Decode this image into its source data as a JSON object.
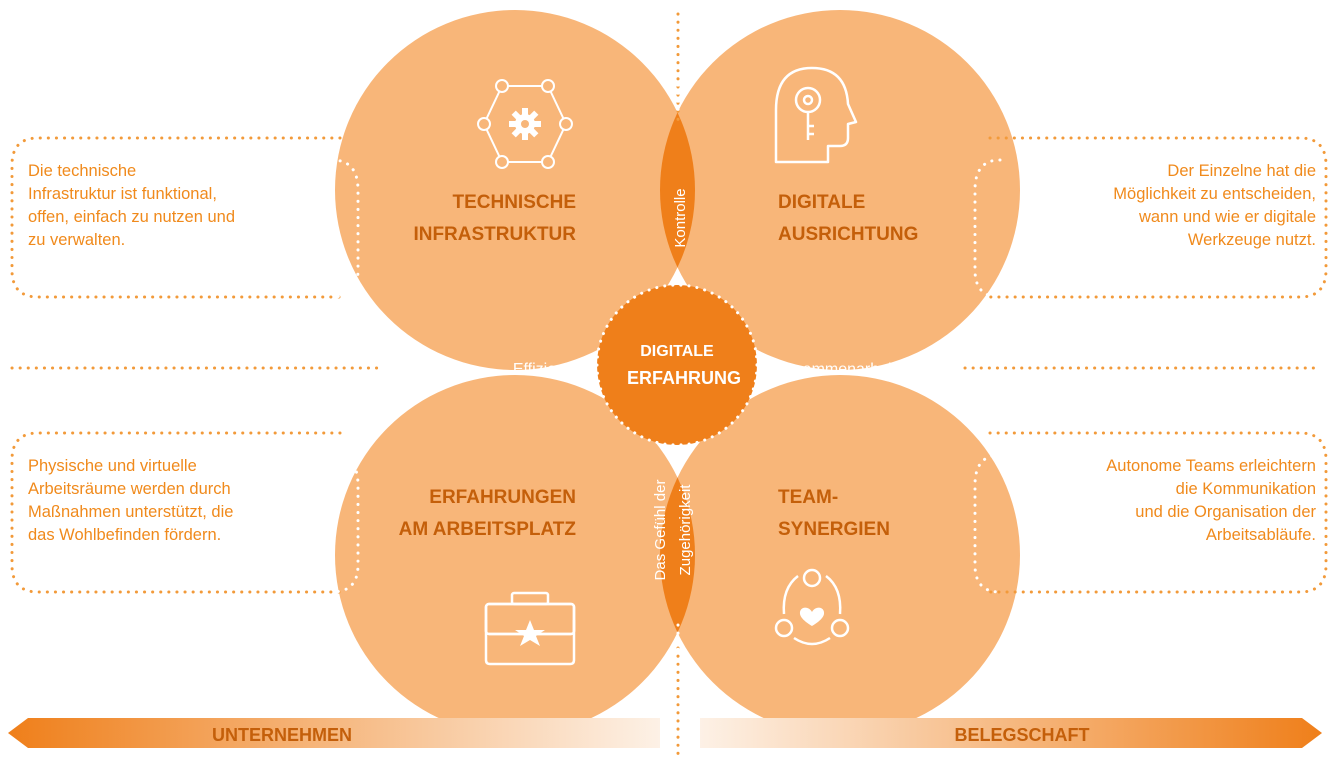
{
  "colors": {
    "light": "#f8b679",
    "dark": "#ef7f1a",
    "text_dark": "#c45f0a",
    "line": "#f29a3a",
    "text_orange": "#f08a1c",
    "white": "#ffffff"
  },
  "center": {
    "line1": "DIGITALE",
    "line2": "ERFAHRUNG"
  },
  "quadrants": {
    "top_left": {
      "line1": "TECHNISCHE",
      "line2": "INFRASTRUKTUR",
      "icon": "gear-network-icon"
    },
    "top_right": {
      "line1": "DIGITALE",
      "line2": "AUSRICHTUNG",
      "icon": "head-key-icon"
    },
    "bottom_left": {
      "line1": "ERFAHRUNGEN",
      "line2": "AM ARBEITSPLATZ",
      "icon": "briefcase-star-icon"
    },
    "bottom_right": {
      "line1": "TEAM-",
      "line2": "SYNERGIEN",
      "icon": "team-heart-icon"
    }
  },
  "petals": {
    "top": "Kontrolle",
    "left": "Effizienz",
    "right": "Zusammenarbeit",
    "bottom_line1": "Das Gefühl der",
    "bottom_line2": "Zugehörigkeit"
  },
  "descriptions": {
    "top_left": {
      "line1": "Die technische",
      "line2": "Infrastruktur ist funktional,",
      "line3": "offen, einfach zu nutzen und",
      "line4": "zu verwalten."
    },
    "top_right": {
      "line1": "Der Einzelne hat die",
      "line2": "Möglichkeit zu entscheiden,",
      "line3": "wann und wie er digitale",
      "line4": "Werkzeuge nutzt."
    },
    "bottom_left": {
      "line1": "Physische und virtuelle",
      "line2": "Arbeitsräume werden durch",
      "line3": "Maßnahmen unterstützt, die",
      "line4": "das Wohlbefinden fördern."
    },
    "bottom_right": {
      "line1": "Autonome Teams erleichtern",
      "line2": "die Kommunikation",
      "line3": "und die Organisation der",
      "line4": "Arbeitsabläufe."
    }
  },
  "bottom_bar": {
    "left": "UNTERNEHMEN",
    "right": "BELEGSCHAFT"
  }
}
